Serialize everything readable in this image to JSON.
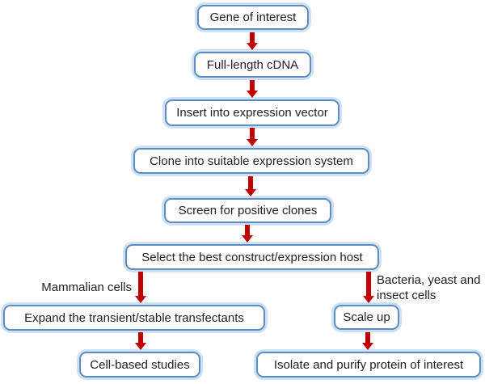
{
  "diagram": {
    "type": "flowchart",
    "nodes": {
      "gene": "Gene of interest",
      "cdna": "Full-length cDNA",
      "insert": "Insert into expression vector",
      "clone": "Clone into suitable expression system",
      "screen": "Screen for positive clones",
      "select": "Select the best construct/expression host",
      "expand": "Expand the transient/stable transfectants",
      "cell_based": "Cell-based studies",
      "scale_up": "Scale up",
      "isolate": "Isolate and purify protein of interest"
    },
    "branch_labels": {
      "left": "Mammalian cells",
      "right_line1": "Bacteria, yeast and",
      "right_line2": "insect cells"
    },
    "edges": [
      {
        "from": "gene",
        "to": "cdna"
      },
      {
        "from": "cdna",
        "to": "insert"
      },
      {
        "from": "insert",
        "to": "clone"
      },
      {
        "from": "clone",
        "to": "screen"
      },
      {
        "from": "screen",
        "to": "select"
      },
      {
        "from": "select",
        "to": "expand",
        "label": "Mammalian cells"
      },
      {
        "from": "select",
        "to": "scale_up",
        "label": "Bacteria, yeast and insect cells"
      },
      {
        "from": "expand",
        "to": "cell_based"
      },
      {
        "from": "scale_up",
        "to": "isolate"
      }
    ],
    "colors": {
      "box_border": "#5b8cc4",
      "box_glow": "#cfe0f1",
      "box_fill": "#ffffff",
      "arrow_red": "#c00000",
      "text": "#212121",
      "background": "#ffffff"
    }
  }
}
